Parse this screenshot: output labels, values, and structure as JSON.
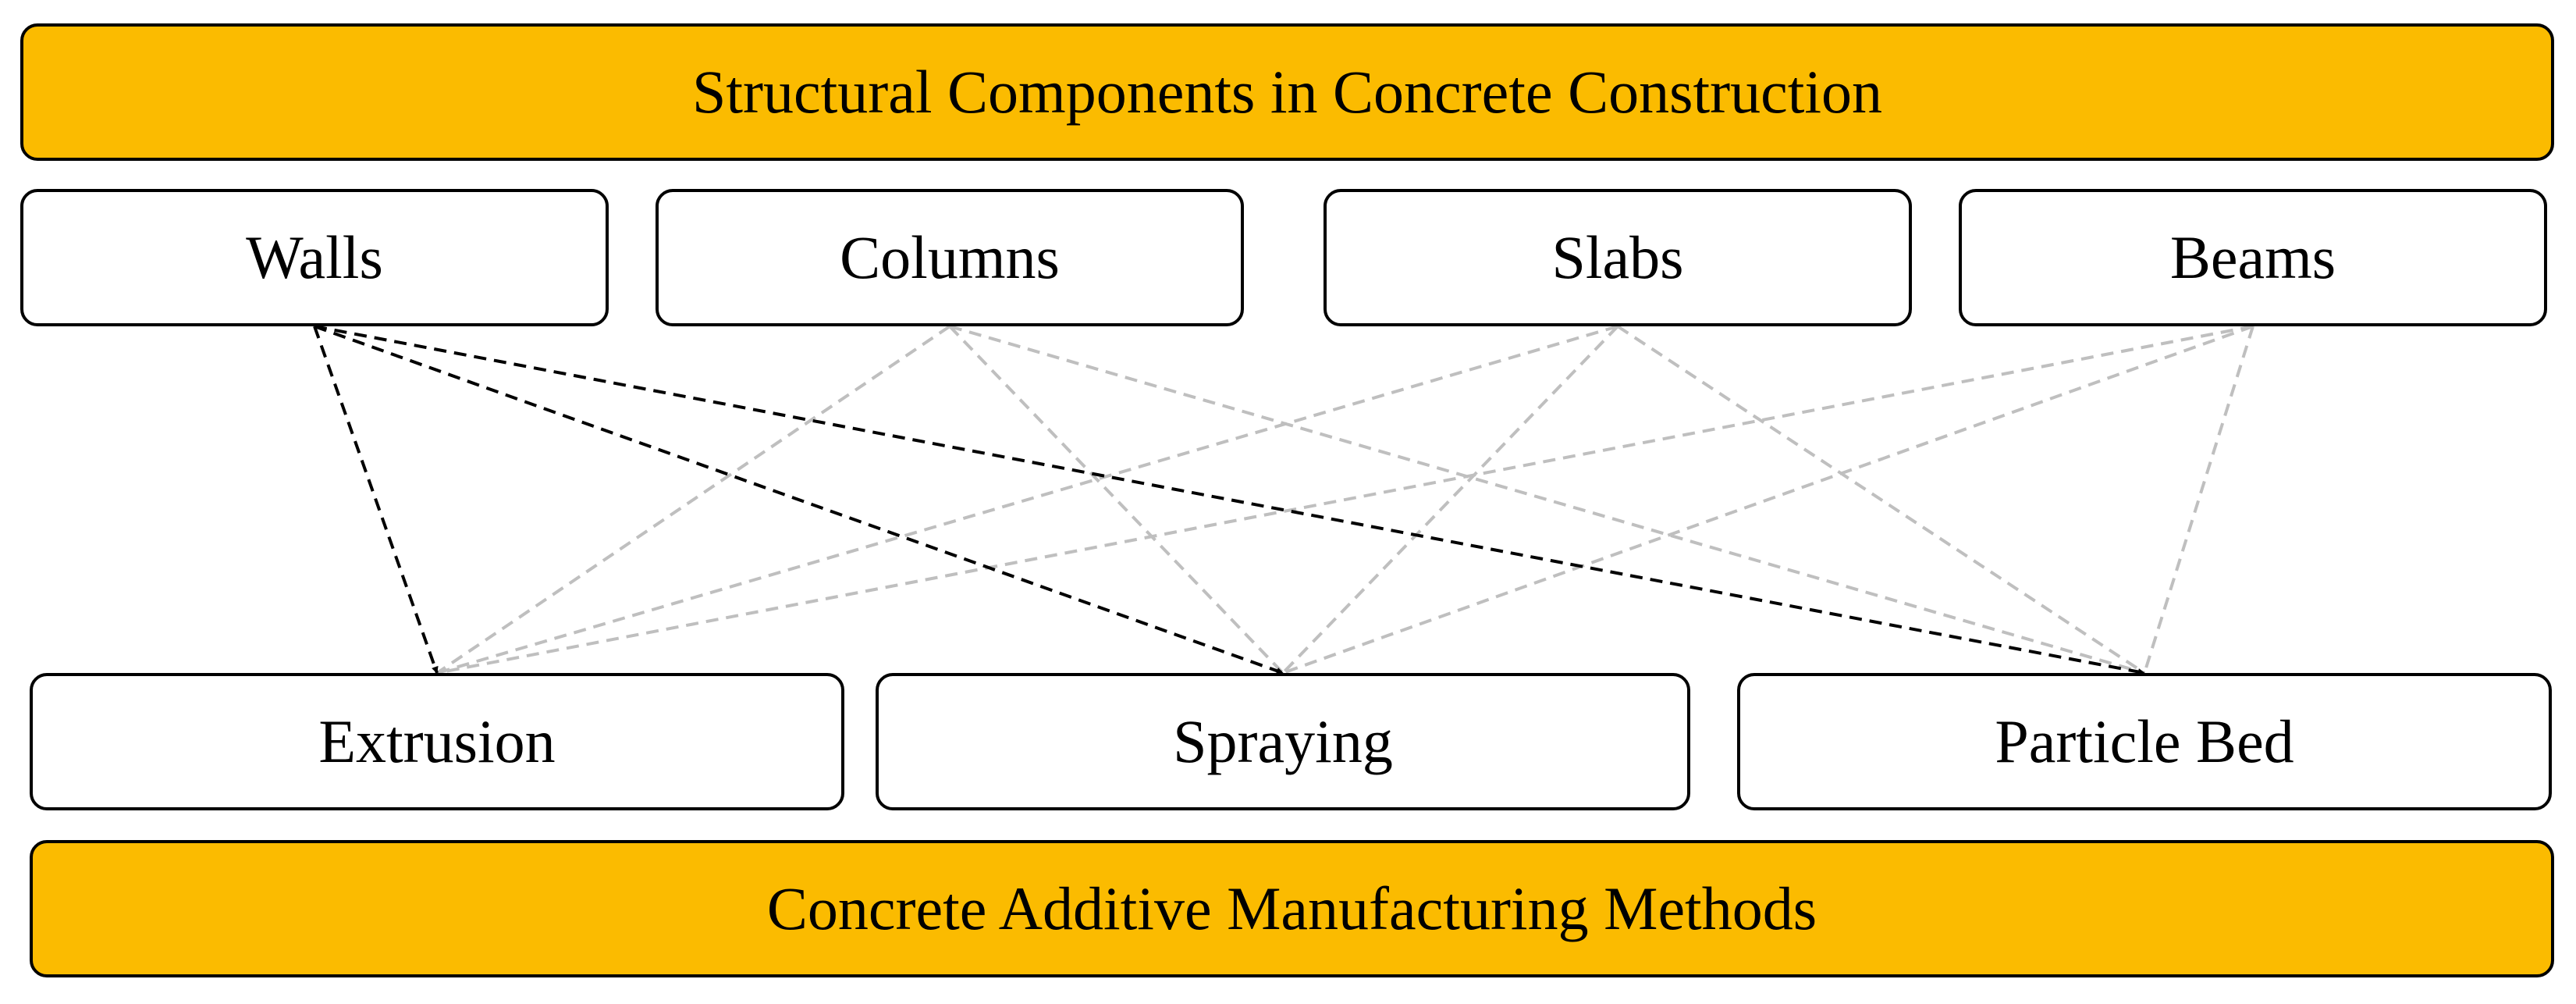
{
  "top_banner": {
    "label": "Structural Components in Concrete Construction",
    "fill": "#fbbb00"
  },
  "components": [
    {
      "id": "walls",
      "label": "Walls"
    },
    {
      "id": "columns",
      "label": "Columns"
    },
    {
      "id": "slabs",
      "label": "Slabs"
    },
    {
      "id": "beams",
      "label": "Beams"
    }
  ],
  "methods": [
    {
      "id": "extrusion",
      "label": "Extrusion"
    },
    {
      "id": "spraying",
      "label": "Spraying"
    },
    {
      "id": "particle-bed",
      "label": "Particle Bed"
    }
  ],
  "bottom_banner": {
    "label": "Concrete Additive Manufacturing Methods",
    "fill": "#fbbb00"
  },
  "links": [
    {
      "from": "walls",
      "to": "extrusion",
      "style": "highlighted",
      "arrow": true
    },
    {
      "from": "walls",
      "to": "spraying",
      "style": "highlighted",
      "arrow": true
    },
    {
      "from": "walls",
      "to": "particle-bed",
      "style": "highlighted",
      "arrow": true
    },
    {
      "from": "columns",
      "to": "extrusion",
      "style": "faded",
      "arrow": false
    },
    {
      "from": "columns",
      "to": "spraying",
      "style": "faded",
      "arrow": false
    },
    {
      "from": "columns",
      "to": "particle-bed",
      "style": "faded",
      "arrow": false
    },
    {
      "from": "slabs",
      "to": "extrusion",
      "style": "faded",
      "arrow": false
    },
    {
      "from": "slabs",
      "to": "spraying",
      "style": "faded",
      "arrow": false
    },
    {
      "from": "slabs",
      "to": "particle-bed",
      "style": "faded",
      "arrow": false
    },
    {
      "from": "beams",
      "to": "extrusion",
      "style": "faded",
      "arrow": false
    },
    {
      "from": "beams",
      "to": "spraying",
      "style": "faded",
      "arrow": false
    },
    {
      "from": "beams",
      "to": "particle-bed",
      "style": "faded",
      "arrow": false
    }
  ],
  "colors": {
    "highlighted_link": "#000000",
    "faded_link": "#bfbfbf"
  }
}
